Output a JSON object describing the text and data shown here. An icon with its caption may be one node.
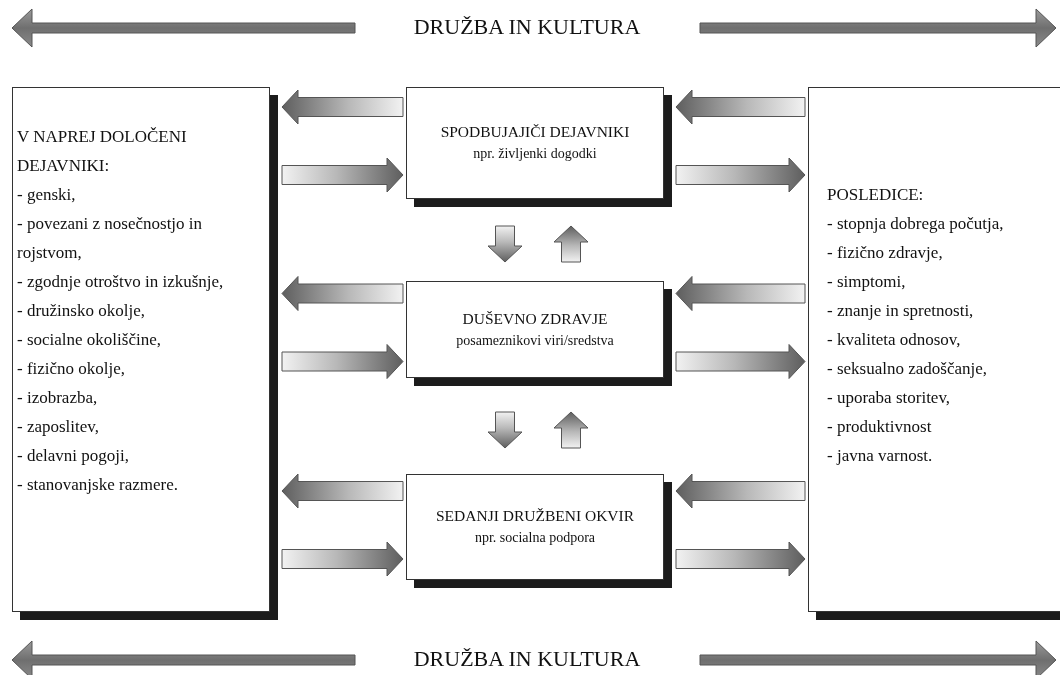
{
  "diagram": {
    "nodes": [
      {
        "text": [
          "V NAPREJ DOLOČENI DEJAVNIKI:",
          "- genski,",
          "- povezani z nosečnostjo in rojstvom,",
          "- zgodnje otroštvo in izkušnje,",
          "- družinsko okolje,",
          "- socialne okoliščine,",
          "- fizično okolje,",
          "- izobrazba,",
          "- zaposlitev,",
          "- delavni pogoji,",
          "- stanovanjske razmere."
        ]
      },
      {
        "text": [
          "SPODBUJAJIČI DEJAVNIKI",
          "npr. življenki dogodki"
        ]
      },
      {
        "text": [
          "DUŠEVNO ZDRAVJE",
          "posameznikovi viri/sredstva"
        ]
      },
      {
        "text": [
          "SEDANJI DRUŽBENI OKVIR",
          "npr. socialna podpora"
        ]
      },
      {
        "text": [
          "POSLEDICE:",
          "- stopnja dobrega počutja,",
          "- fizično zdravje,",
          "- simptomi,",
          "- znanje in spretnosti,",
          "- kvaliteta odnosov,",
          "- seksualno zadoščanje,",
          "- uporaba storitev,",
          "- produktivnost",
          "- javna varnost."
        ]
      }
    ],
    "edges": [
      {
        "from": 1,
        "to": 0,
        "arrow": "to"
      },
      {
        "from": 0,
        "to": 1,
        "arrow": "to"
      },
      {
        "from": 2,
        "to": 0,
        "arrow": "to"
      },
      {
        "from": 0,
        "to": 2,
        "arrow": "to"
      },
      {
        "from": 3,
        "to": 0,
        "arrow": "to"
      },
      {
        "from": 0,
        "to": 3,
        "arrow": "to"
      },
      {
        "from": 4,
        "to": 1,
        "arrow": "to"
      },
      {
        "from": 1,
        "to": 4,
        "arrow": "to"
      },
      {
        "from": 4,
        "to": 2,
        "arrow": "to"
      },
      {
        "from": 2,
        "to": 4,
        "arrow": "to"
      },
      {
        "from": 4,
        "to": 3,
        "arrow": "to"
      },
      {
        "from": 3,
        "to": 4,
        "arrow": "to"
      },
      {
        "from": 1,
        "to": 2,
        "arrow": "to"
      },
      {
        "from": 2,
        "to": 1,
        "arrow": "to"
      },
      {
        "from": 2,
        "to": 3,
        "arrow": "to"
      },
      {
        "from": 3,
        "to": 2,
        "arrow": "to"
      }
    ],
    "labels": [
      "DRUŽBA IN KULTURA",
      "DRUŽBA IN KULTURA"
    ]
  }
}
